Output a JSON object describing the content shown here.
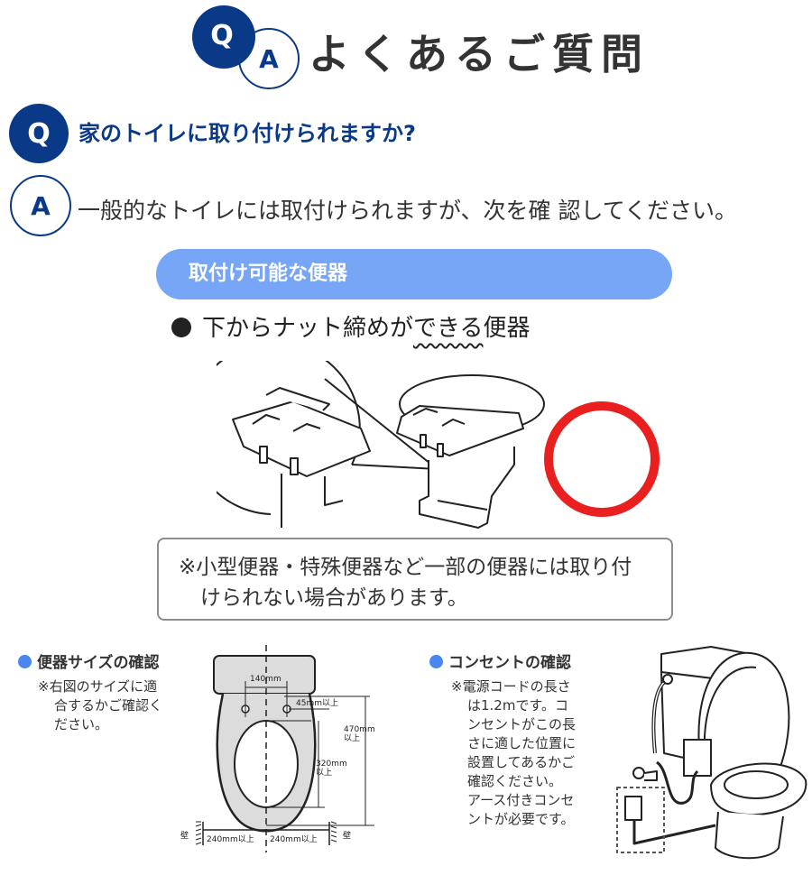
{
  "header": {
    "q_mark": "Q",
    "a_mark": "A",
    "title": "よくあるご質問"
  },
  "qa": {
    "question_mark": "Q",
    "question": "家のトイレに取り付けられますか?",
    "answer_mark": "A",
    "answer": "一般的なトイレには取付けられますが、次を確 認してください。"
  },
  "compatible": {
    "section_title": "取付け可能な便器",
    "bullet_prefix": "下からナット締めが",
    "bullet_emphasis": "できる",
    "bullet_suffix": "便器",
    "ok_mark_color": "#ea1f1f",
    "note_line1": "※小型便器・特殊便器など一部の便器には取り付",
    "note_line2": "けられない場合があります。"
  },
  "size_check": {
    "title": "便器サイズの確認",
    "lines": [
      "※右図のサイズに適",
      "合するかご確認く",
      "ださい。"
    ],
    "dimensions": {
      "bolt_spacing": "140mm",
      "bolt_to_edge": "45mm以上",
      "total_length_1": "470mm",
      "total_length_2": "以上",
      "bowl_length_1": "320mm",
      "bowl_length_2": "以上",
      "left_clearance": "240mm以上",
      "right_clearance": "240mm以上",
      "wall_left": "壁",
      "wall_right": "壁"
    }
  },
  "outlet_check": {
    "title": "コンセントの確認",
    "lines": [
      "※電源コードの長さ",
      "は1.2mです。コ",
      "ンセントがこの長",
      "さに適した位置に",
      "設置してあるかご",
      "確認ください。",
      "アース付きコンセ",
      "ントが必要です。"
    ]
  },
  "colors": {
    "navy": "#0a3a87",
    "section_bar": "#76a6f5",
    "bullet_blue": "#4a86f0",
    "ok_red": "#ea1f1f"
  }
}
